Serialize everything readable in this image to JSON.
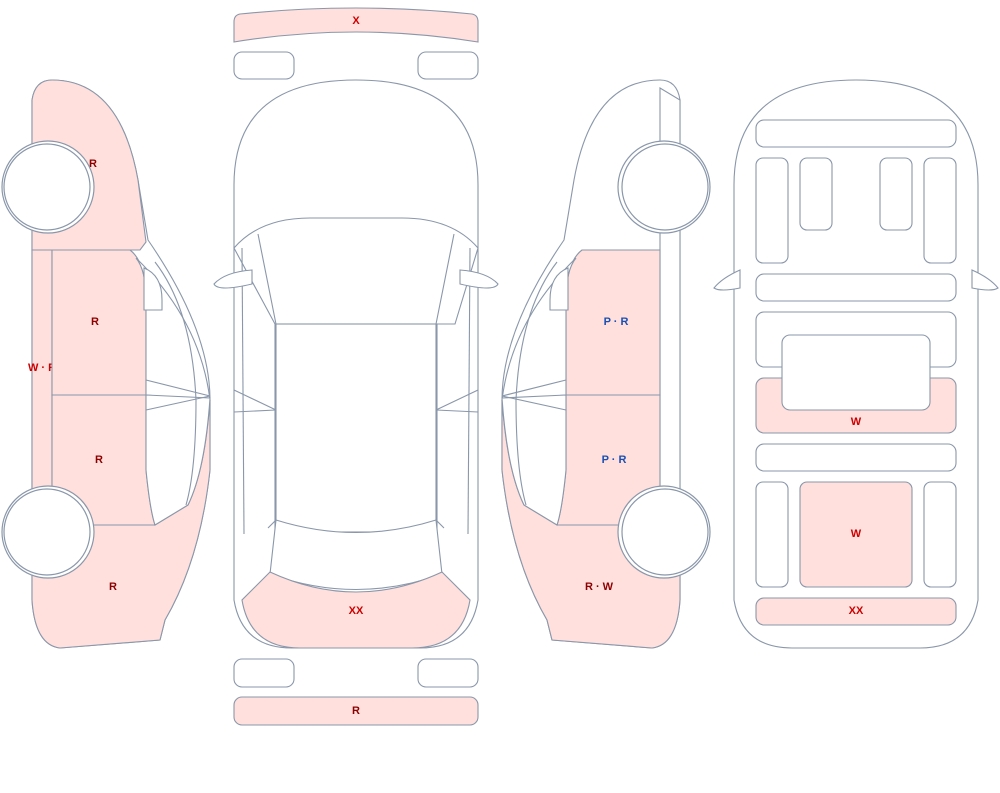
{
  "colors": {
    "outline": "#8a97aa",
    "damaged_fill": "#ffe0dd",
    "label_dark_red": "#8b0000",
    "label_red": "#cc0000",
    "label_blue": "#1a4fb5"
  },
  "labels": {
    "front_bumper": "X",
    "rear_bumper": "R",
    "top_rear_panel": "XX",
    "left_front_fender": "R",
    "left_front_door": "R",
    "left_rocker": "W · R",
    "left_rear_door": "R",
    "left_rear_quarter": "R",
    "right_front_door": "P · R",
    "right_rear_door": "P · R",
    "right_rear_quarter": "R · W",
    "underbody_mid": "W",
    "underbody_rear": "W",
    "underbody_bottom": "XX"
  }
}
